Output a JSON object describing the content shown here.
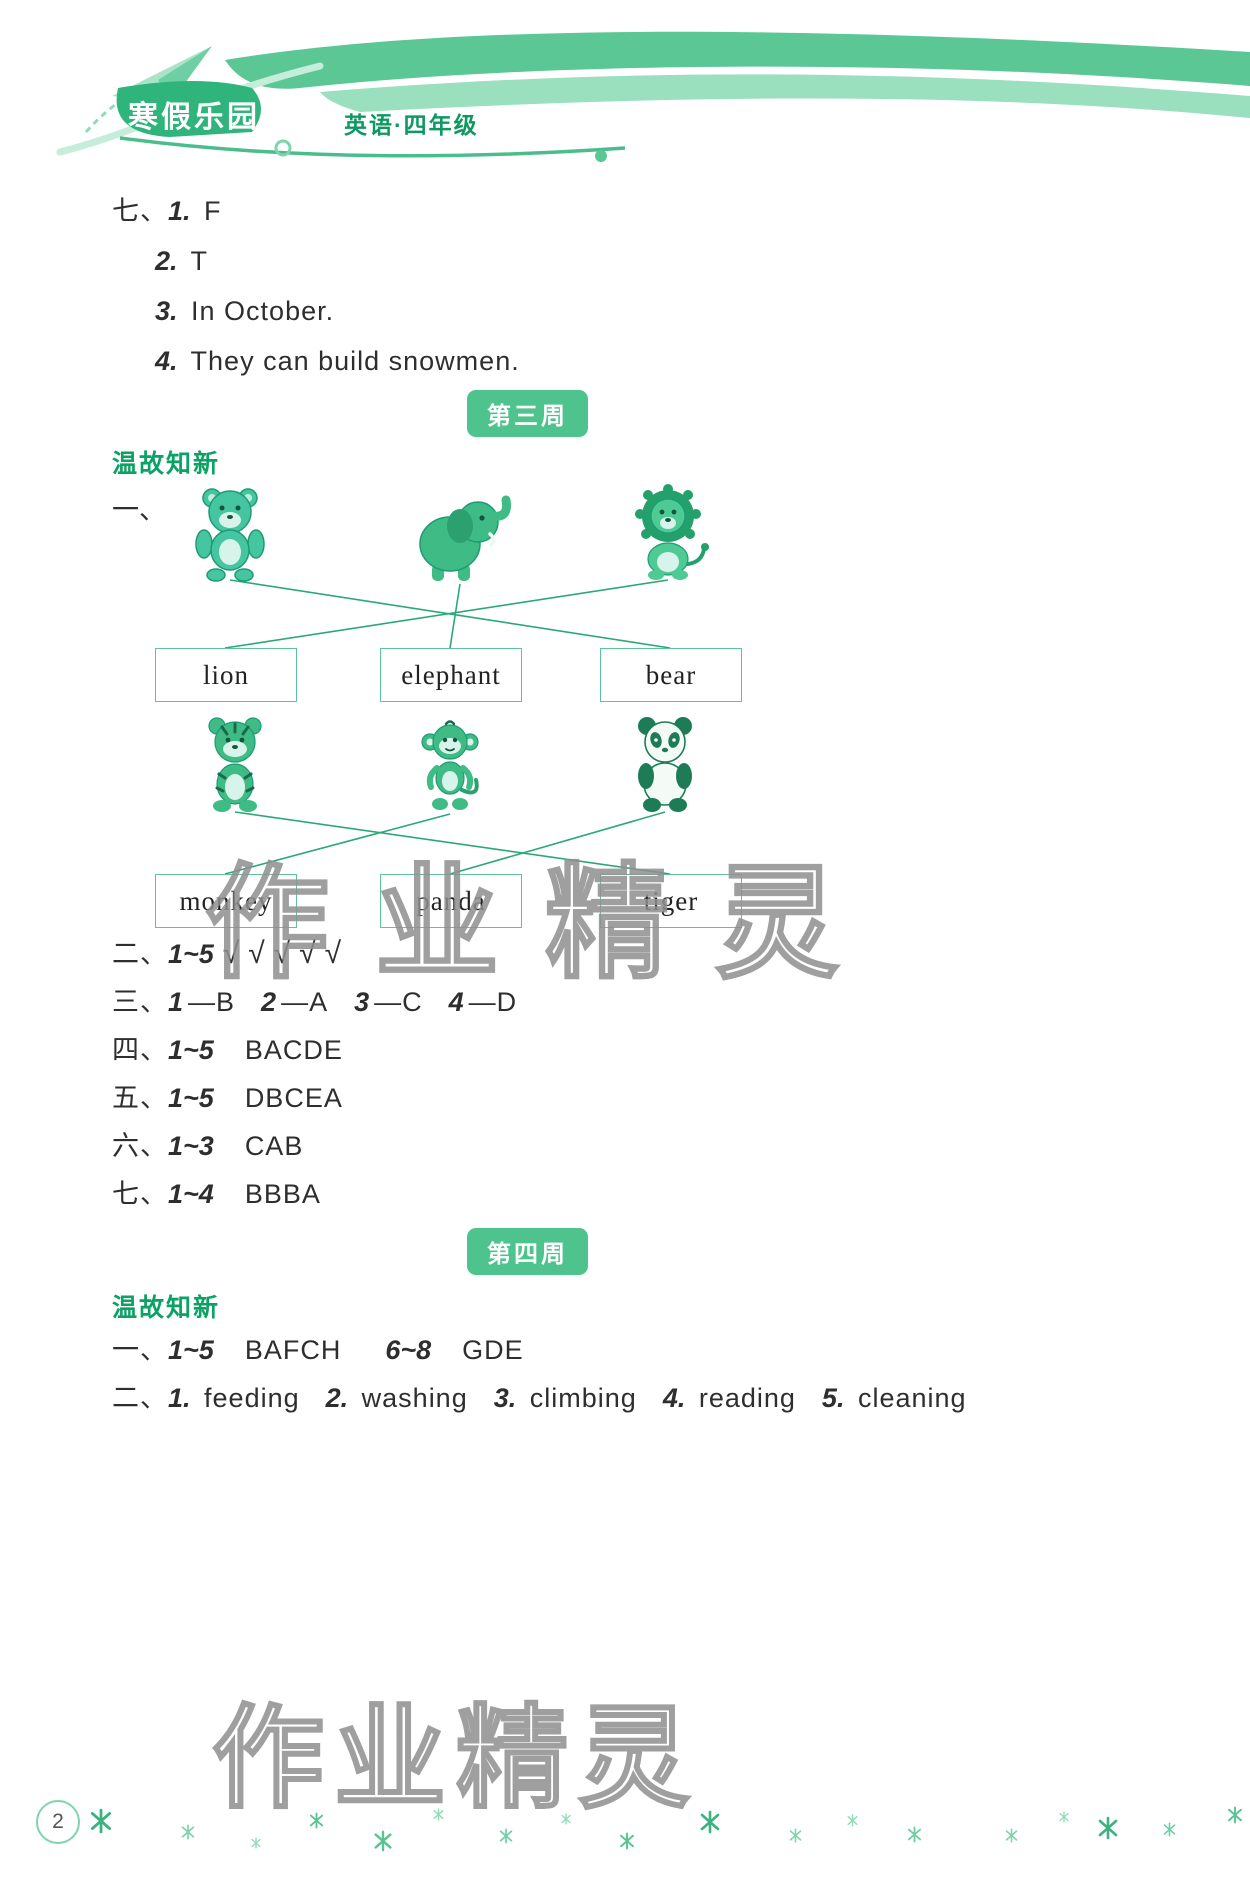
{
  "header": {
    "logo": "寒假乐园",
    "subtitle": "英语·四年级",
    "accent_color": "#4ec38e"
  },
  "watermark": "作业精灵",
  "footer": {
    "page_number": "2"
  },
  "badges": {
    "week3": "第三周",
    "week4": "第四周"
  },
  "headings": {
    "review3": "温故知新",
    "review4": "温故知新"
  },
  "section_seven": {
    "lines": [
      {
        "segments": [
          {
            "s": "label",
            "v": "七、"
          },
          {
            "s": "num",
            "v": "1."
          },
          {
            "s": "plain",
            "v": " F"
          }
        ]
      },
      {
        "segments": [
          {
            "s": "num",
            "v": "2."
          },
          {
            "s": "plain",
            "v": " T"
          }
        ]
      },
      {
        "segments": [
          {
            "s": "num",
            "v": "3."
          },
          {
            "s": "plain",
            "v": " In October."
          }
        ]
      },
      {
        "segments": [
          {
            "s": "num",
            "v": "4."
          },
          {
            "s": "plain",
            "v": " They can build snowmen."
          }
        ]
      }
    ]
  },
  "week3": {
    "exercise1_label": "一、",
    "matching": {
      "group1": {
        "animals": [
          "bear",
          "elephant",
          "lion"
        ],
        "boxes": [
          "lion",
          "elephant",
          "bear"
        ]
      },
      "group2": {
        "animals": [
          "tiger",
          "monkey",
          "panda"
        ],
        "boxes": [
          "monkey",
          "panda",
          "tiger"
        ]
      }
    },
    "lines": [
      {
        "segments": [
          {
            "s": "label",
            "v": "二、"
          },
          {
            "s": "num",
            "v": "1~5"
          },
          {
            "s": "check",
            "v": "√√√√√"
          }
        ]
      },
      {
        "segments": [
          {
            "s": "label",
            "v": "三、"
          },
          {
            "s": "num",
            "v": "1"
          },
          {
            "s": "plain",
            "v": "—B"
          },
          {
            "s": "gap",
            "v": ""
          },
          {
            "s": "num",
            "v": "2"
          },
          {
            "s": "plain",
            "v": "—A"
          },
          {
            "s": "gap",
            "v": ""
          },
          {
            "s": "num",
            "v": "3"
          },
          {
            "s": "plain",
            "v": "—C"
          },
          {
            "s": "gap",
            "v": ""
          },
          {
            "s": "num",
            "v": "4"
          },
          {
            "s": "plain",
            "v": "—D"
          }
        ]
      },
      {
        "segments": [
          {
            "s": "label",
            "v": "四、"
          },
          {
            "s": "num",
            "v": "1~5"
          },
          {
            "s": "gap",
            "v": ""
          },
          {
            "s": "plain",
            "v": "BACDE"
          }
        ]
      },
      {
        "segments": [
          {
            "s": "label",
            "v": "五、"
          },
          {
            "s": "num",
            "v": "1~5"
          },
          {
            "s": "gap",
            "v": ""
          },
          {
            "s": "plain",
            "v": "DBCEA"
          }
        ]
      },
      {
        "segments": [
          {
            "s": "label",
            "v": "六、"
          },
          {
            "s": "num",
            "v": "1~3"
          },
          {
            "s": "gap",
            "v": ""
          },
          {
            "s": "plain",
            "v": "CAB"
          }
        ]
      },
      {
        "segments": [
          {
            "s": "label",
            "v": "七、"
          },
          {
            "s": "num",
            "v": "1~4"
          },
          {
            "s": "gap",
            "v": ""
          },
          {
            "s": "plain",
            "v": "BBBA"
          }
        ]
      }
    ]
  },
  "week4": {
    "lines": [
      {
        "segments": [
          {
            "s": "label",
            "v": "一、"
          },
          {
            "s": "num",
            "v": "1~5"
          },
          {
            "s": "gap",
            "v": ""
          },
          {
            "s": "plain",
            "v": "BAFCH"
          },
          {
            "s": "biggap",
            "v": ""
          },
          {
            "s": "num",
            "v": "6~8"
          },
          {
            "s": "gap",
            "v": ""
          },
          {
            "s": "plain",
            "v": "GDE"
          }
        ]
      },
      {
        "segments": [
          {
            "s": "label",
            "v": "二、"
          },
          {
            "s": "num",
            "v": "1."
          },
          {
            "s": "plain",
            "v": " feeding"
          },
          {
            "s": "gap",
            "v": ""
          },
          {
            "s": "num",
            "v": "2."
          },
          {
            "s": "plain",
            "v": " washing"
          },
          {
            "s": "gap",
            "v": ""
          },
          {
            "s": "num",
            "v": "3."
          },
          {
            "s": "plain",
            "v": " climbing"
          },
          {
            "s": "gap",
            "v": ""
          },
          {
            "s": "num",
            "v": "4."
          },
          {
            "s": "plain",
            "v": " reading"
          },
          {
            "s": "gap",
            "v": ""
          },
          {
            "s": "num",
            "v": "5."
          },
          {
            "s": "plain",
            "v": " cleaning"
          }
        ]
      }
    ]
  }
}
